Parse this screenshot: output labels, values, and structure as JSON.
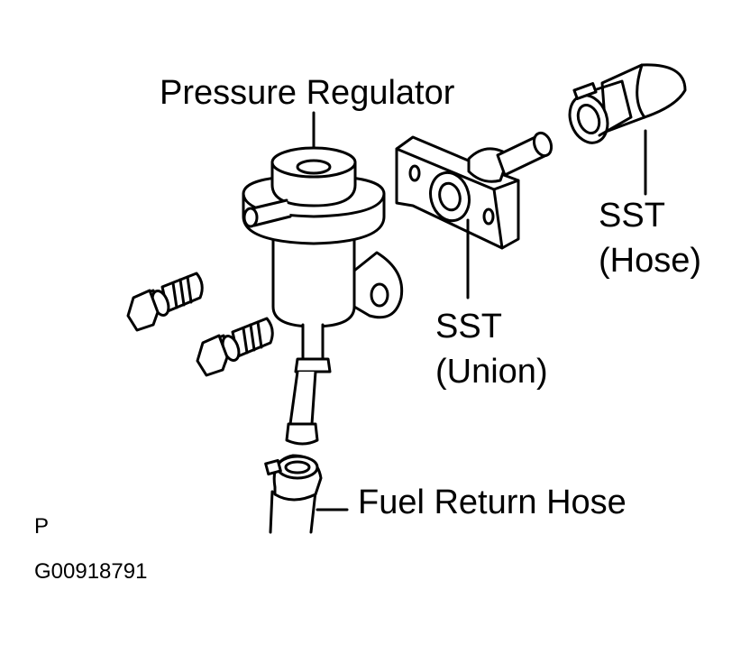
{
  "labels": {
    "pressure_regulator": "Pressure Regulator",
    "sst_hose_line1": "SST",
    "sst_hose_line2": "(Hose)",
    "sst_union_line1": "SST",
    "sst_union_line2": "(Union)",
    "fuel_return_hose": "Fuel Return Hose",
    "view_letter": "P",
    "figure_code": "G00918791"
  },
  "colors": {
    "ink": "#000000",
    "paper": "#ffffff"
  }
}
